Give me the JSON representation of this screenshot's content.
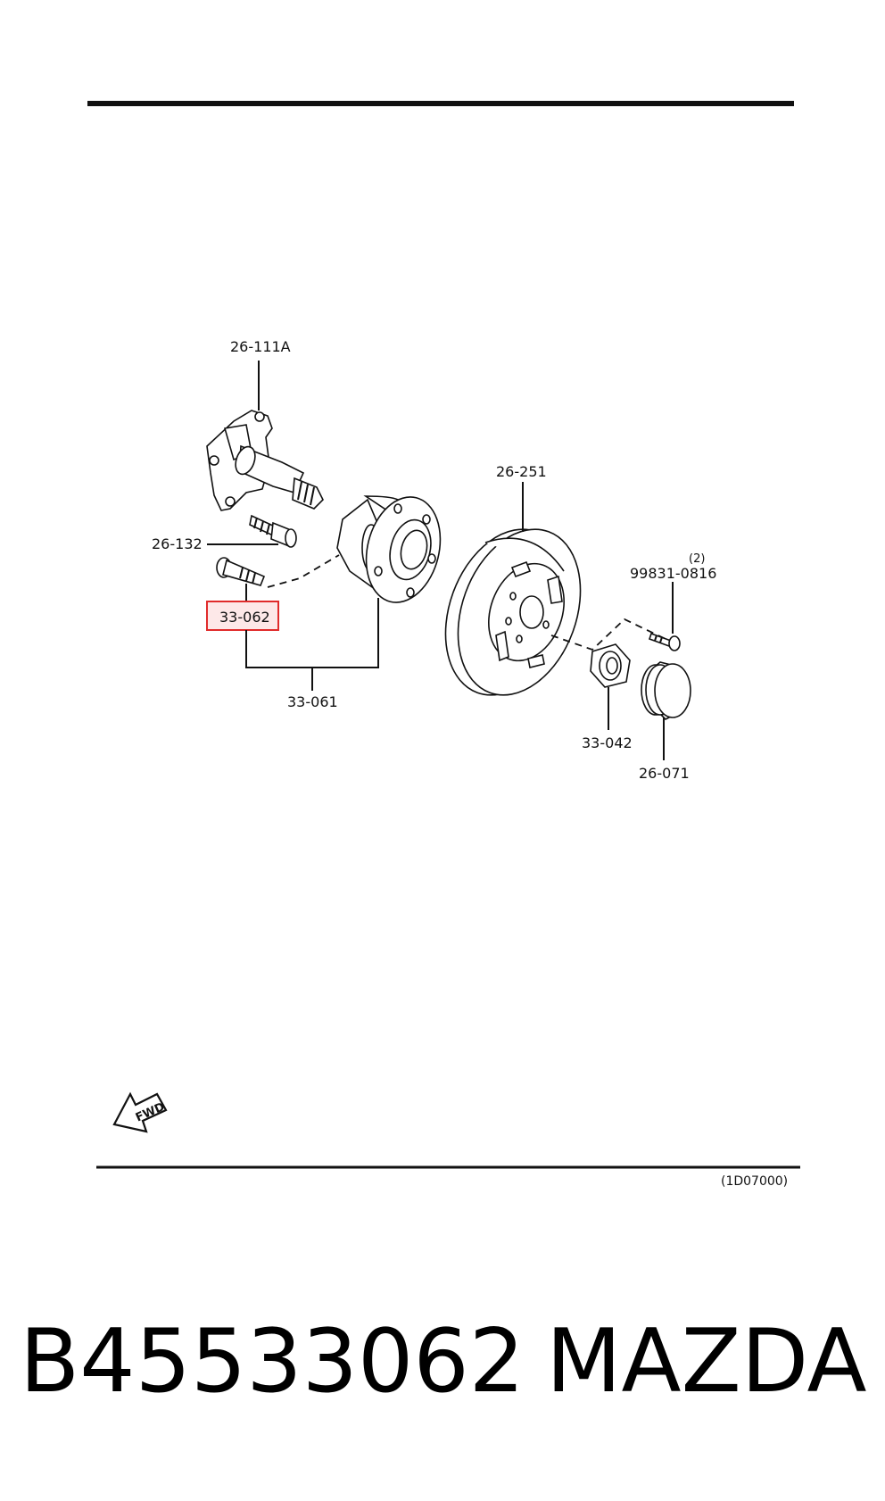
{
  "labels": {
    "knuckle": "26-111A",
    "knuckle_bolt": "26-132",
    "hub_bolt": "33-062",
    "hub_assy": "33-061",
    "disc": "26-251",
    "qty": "(2)",
    "screw": "99831-0816",
    "lock_nut": "33-042",
    "cap": "26-071"
  },
  "fwd_text": "FWD",
  "figure_code": "(1D07000)",
  "footer": {
    "part_number": "B45533062",
    "brand": "MAZDA"
  },
  "highlight_color": "#e02b2b"
}
